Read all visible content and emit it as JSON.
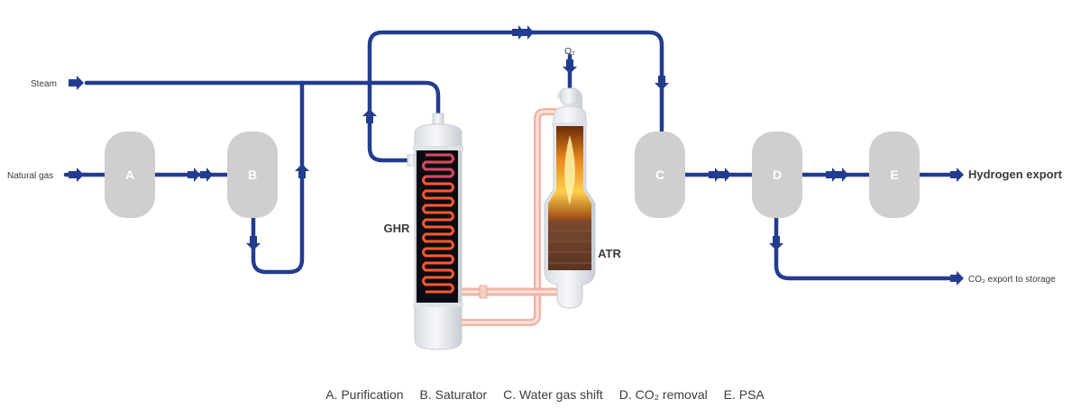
{
  "inputs": {
    "steam": "Steam",
    "natural_gas": "Natural gas",
    "oxygen": "O₂"
  },
  "outputs": {
    "hydrogen": "Hydrogen export",
    "co2": "CO₂ export to storage"
  },
  "vessels": {
    "a": "A",
    "b": "B",
    "c": "C",
    "d": "D",
    "e": "E"
  },
  "reactors": {
    "ghr": "GHR",
    "atr": "ATR"
  },
  "legend": {
    "a": "A. Purification",
    "b": "B. Saturator",
    "c": "C. Water gas shift",
    "d": "D. CO₂ removal",
    "e": "E. PSA"
  },
  "colors": {
    "pipe": "#223d8f",
    "vessel": "#cfcfcf",
    "hot_pipe": "#f2c2b7",
    "coil": "#ff5a2a"
  }
}
